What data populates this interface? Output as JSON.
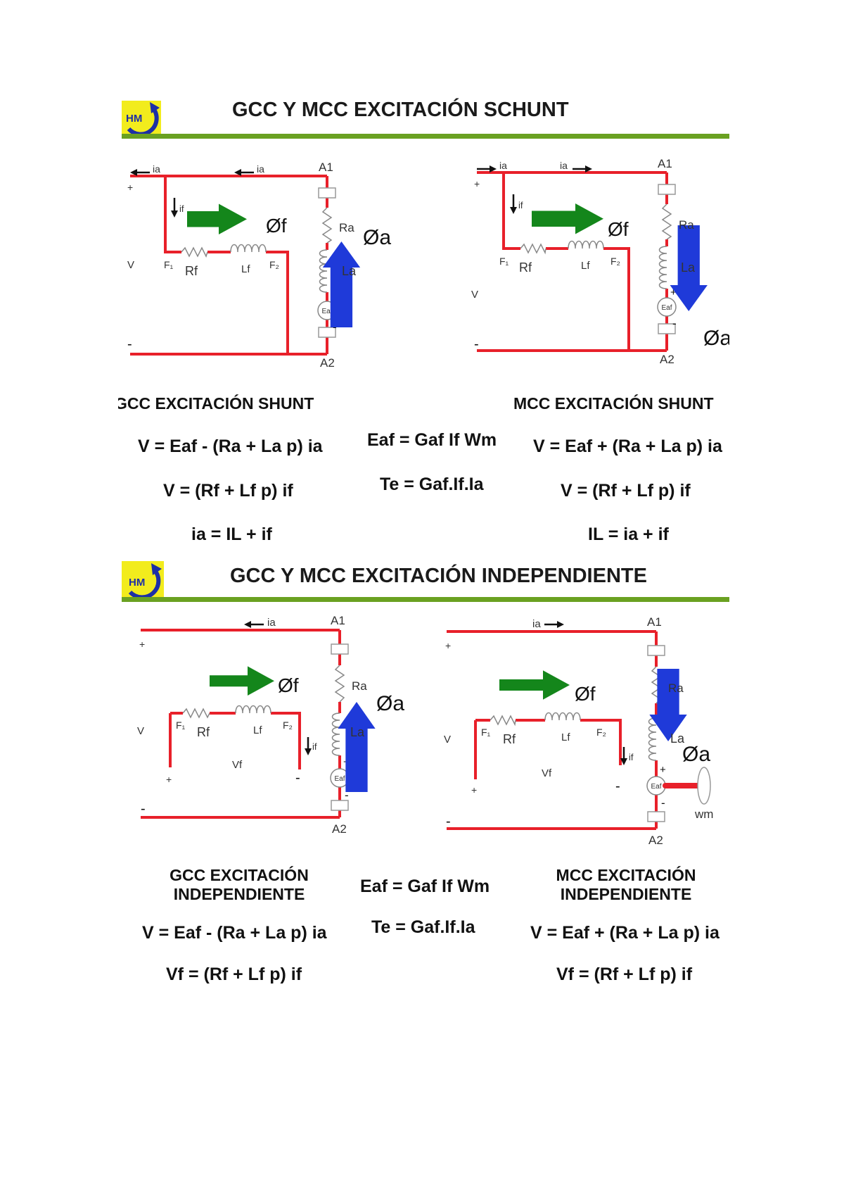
{
  "colors": {
    "wire": "#e8202a",
    "flux_field": "#14861b",
    "flux_armature": "#1f3ad9",
    "band": "#6aa121",
    "logo_bg": "#f2ec1d",
    "logo_text": "#1d2fa6"
  },
  "logo_text": "HM",
  "shunt": {
    "title": "GCC Y MCC  EXCITACIÓN SCHUNT",
    "gen": {
      "ia_left": "ia",
      "ia_mid": "ia",
      "plus": "+",
      "minus": "-",
      "v": "V",
      "if": "if",
      "flux_f": "Øf",
      "flux_a": "Øa",
      "a1": "A1",
      "a2": "A2",
      "ra": "Ra",
      "la": "La",
      "f1": "F₁",
      "f2": "F₂",
      "rf": "Rf",
      "lf": "Lf",
      "eaf": "Eaf",
      "eaf_plus": "+",
      "eaf_minus": "-"
    },
    "mot": {
      "ia_left": "ia",
      "ia_mid": "ia",
      "plus": "+",
      "minus": "-",
      "v": "V",
      "if": "if",
      "flux_f": "Øf",
      "flux_a": "Øa",
      "a1": "A1",
      "a2": "A2",
      "ra": "Ra",
      "la": "La",
      "f1": "F₁",
      "f2": "F₂",
      "rf": "Rf",
      "lf": "Lf",
      "eaf": "Eaf",
      "eaf_plus": "+",
      "eaf_minus": "-"
    },
    "gen_caption": "GCC  EXCITACIÓN SHUNT",
    "mot_caption": "MCC  EXCITACIÓN SHUNT",
    "gen_eq1": "V = Eaf - (Ra + La p) ia",
    "gen_eq2": "V =  (Rf + Lf p) if",
    "gen_eq3": "ia = IL + if",
    "mid_eq1": "Eaf = Gaf If Wm",
    "mid_eq2": "Te = Gaf.If.Ia",
    "mot_eq1": "V = Eaf + (Ra + La p) ia",
    "mot_eq2": "V =  (Rf + Lf p) if",
    "mot_eq3": "IL = ia + if"
  },
  "indep": {
    "title": "GCC Y MCC  EXCITACIÓN INDEPENDIENTE",
    "gen": {
      "ia": "ia",
      "plus": "+",
      "minus": "-",
      "v": "V",
      "vf": "Vf",
      "vf_plus": "+",
      "vf_minus": "-",
      "if": "if",
      "flux_f": "Øf",
      "flux_a": "Øa",
      "a1": "A1",
      "a2": "A2",
      "ra": "Ra",
      "la": "La",
      "f1": "F₁",
      "f2": "F₂",
      "rf": "Rf",
      "lf": "Lf",
      "eaf": "Eaf",
      "eaf_plus": "+",
      "eaf_minus": "-"
    },
    "mot": {
      "ia": "ia",
      "plus": "+",
      "minus": "-",
      "v": "V",
      "vf": "Vf",
      "vf_plus": "+",
      "vf_minus": "-",
      "if": "if",
      "flux_f": "Øf",
      "flux_a": "Øa",
      "a1": "A1",
      "a2": "A2",
      "ra": "Ra",
      "la": "La",
      "f1": "F₁",
      "f2": "F₂",
      "rf": "Rf",
      "lf": "Lf",
      "eaf": "Eaf",
      "eaf_plus": "+",
      "eaf_minus": "-",
      "wm": "wm"
    },
    "gen_caption_1": "GCC  EXCITACIÓN",
    "gen_caption_2": "INDEPENDIENTE",
    "mot_caption_1": "MCC  EXCITACIÓN",
    "mot_caption_2": "INDEPENDIENTE",
    "gen_eq1": "V =  Eaf - (Ra + La p) ia",
    "gen_eq2": "Vf =  (Rf + Lf p) if",
    "mid_eq1": "Eaf = Gaf If Wm",
    "mid_eq2": "Te = Gaf.If.Ia",
    "mot_eq1": "V =  Eaf + (Ra + La p) ia",
    "mot_eq2": "Vf =  (Rf + Lf p) if"
  }
}
